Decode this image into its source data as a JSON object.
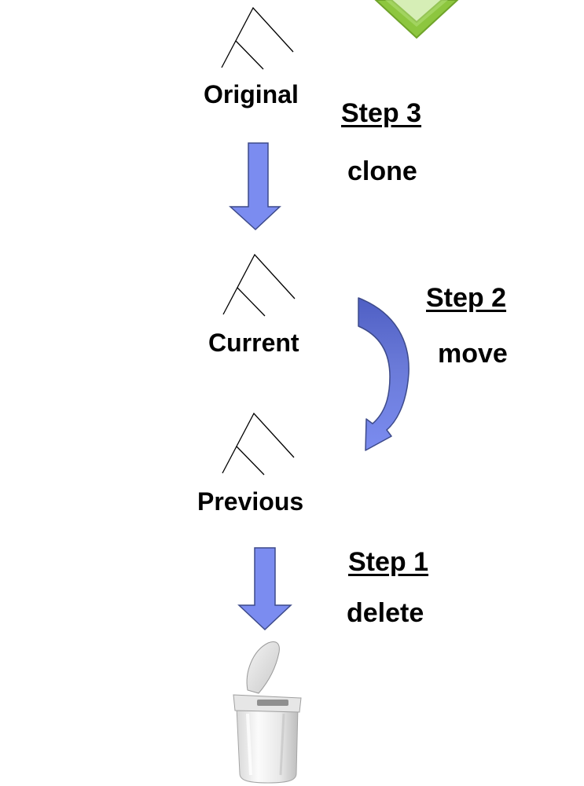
{
  "colors": {
    "arrow_fill": "#7b8cf0",
    "arrow_stroke": "#3d4a8a",
    "curved_arrow_dark": "#4f5fc4",
    "checkmark": "#8dc63f",
    "tree_line": "#000000"
  },
  "nodes": {
    "original": {
      "label": "Original"
    },
    "current": {
      "label": "Current"
    },
    "previous": {
      "label": "Previous"
    }
  },
  "steps": {
    "step3": {
      "title": "Step 3",
      "action": "clone"
    },
    "step2": {
      "title": "Step 2",
      "action": "move"
    },
    "step1": {
      "title": "Step 1",
      "action": "delete"
    }
  },
  "icons": {
    "top": "checkmark-icon",
    "bottom": "trash-can-icon",
    "tree": "tree-icon"
  }
}
